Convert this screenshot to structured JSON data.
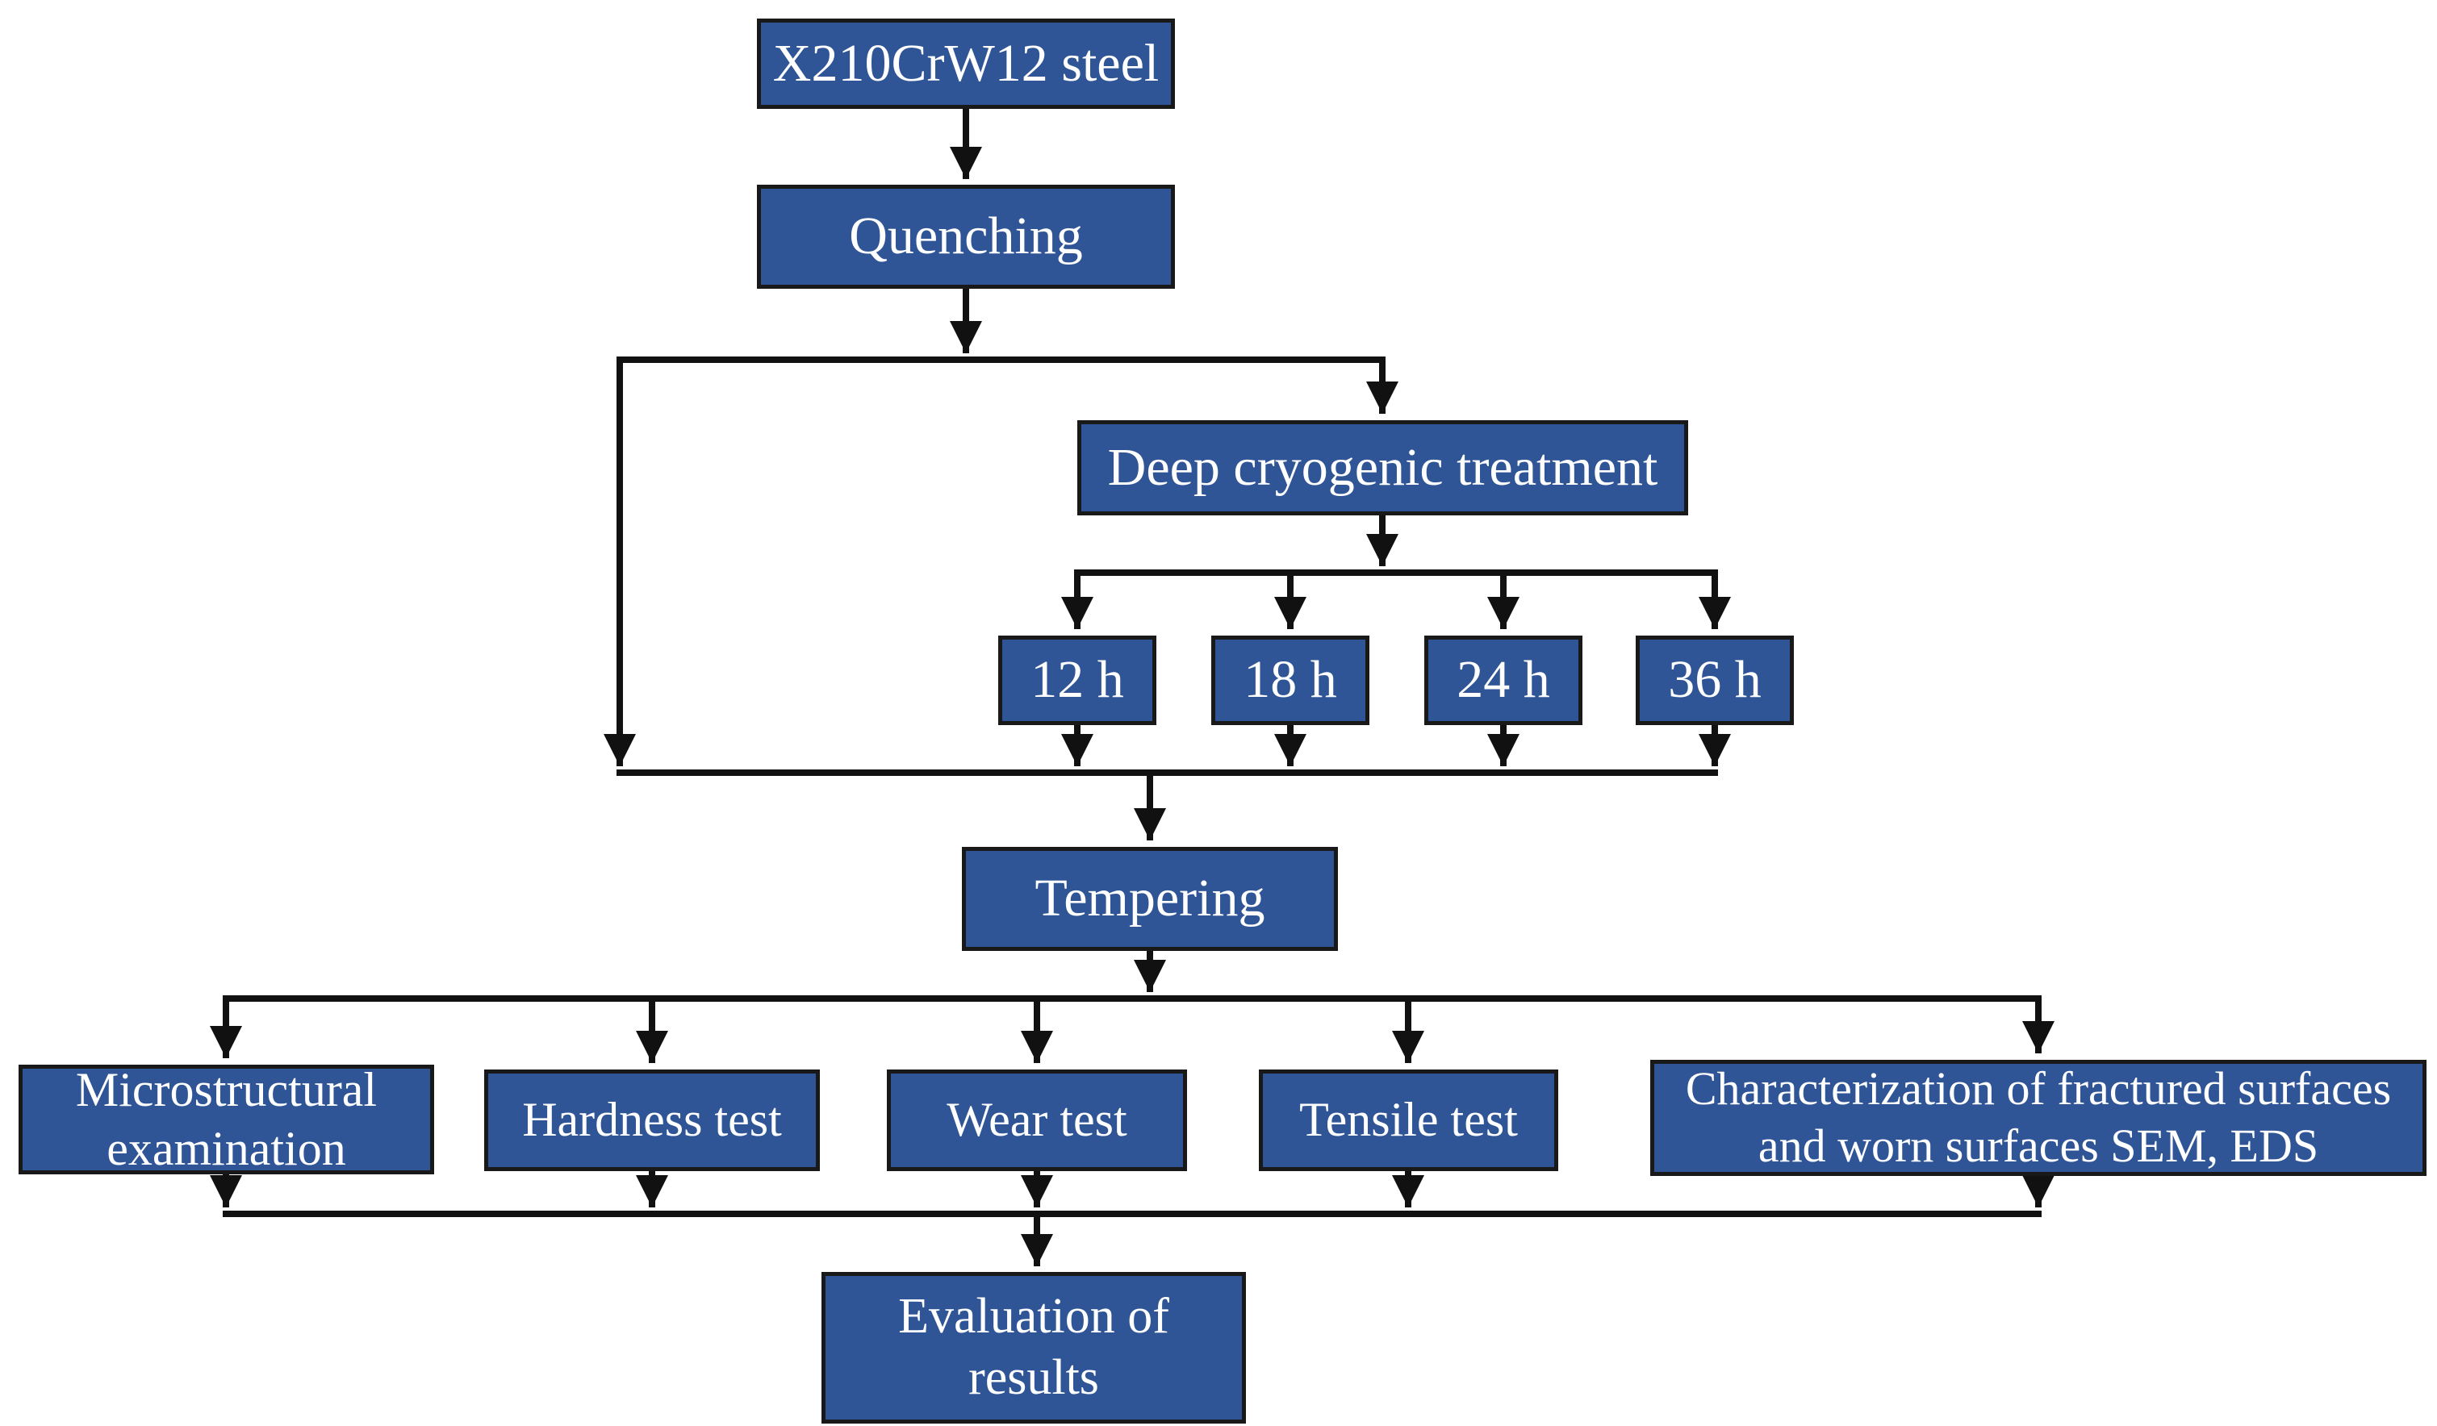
{
  "figure": {
    "type": "flowchart",
    "description": "Experimental procedure flowchart for deep cryogenic treatment of X210CrW12 steel",
    "colors": {
      "box_fill": "#2f5597",
      "box_border": "#191919",
      "box_text": "#ffffff",
      "connector": "#111111",
      "background": "#ffffff"
    },
    "nodes": {
      "steel": {
        "label": "X210CrW12 steel"
      },
      "quenching": {
        "label": "Quenching"
      },
      "dct": {
        "label": "Deep cryogenic treatment"
      },
      "t12": {
        "label": "12 h"
      },
      "t18": {
        "label": "18 h"
      },
      "t24": {
        "label": "24 h"
      },
      "t36": {
        "label": "36 h"
      },
      "tempering": {
        "label": "Tempering"
      },
      "micro": {
        "label": "Microstructural examination"
      },
      "hardness": {
        "label": "Hardness test"
      },
      "wear": {
        "label": "Wear test"
      },
      "tensile": {
        "label": "Tensile test"
      },
      "characterization": {
        "label": "Characterization of fractured surfaces and worn surfaces SEM, EDS"
      },
      "evaluation": {
        "label": "Evaluation of results"
      }
    }
  }
}
